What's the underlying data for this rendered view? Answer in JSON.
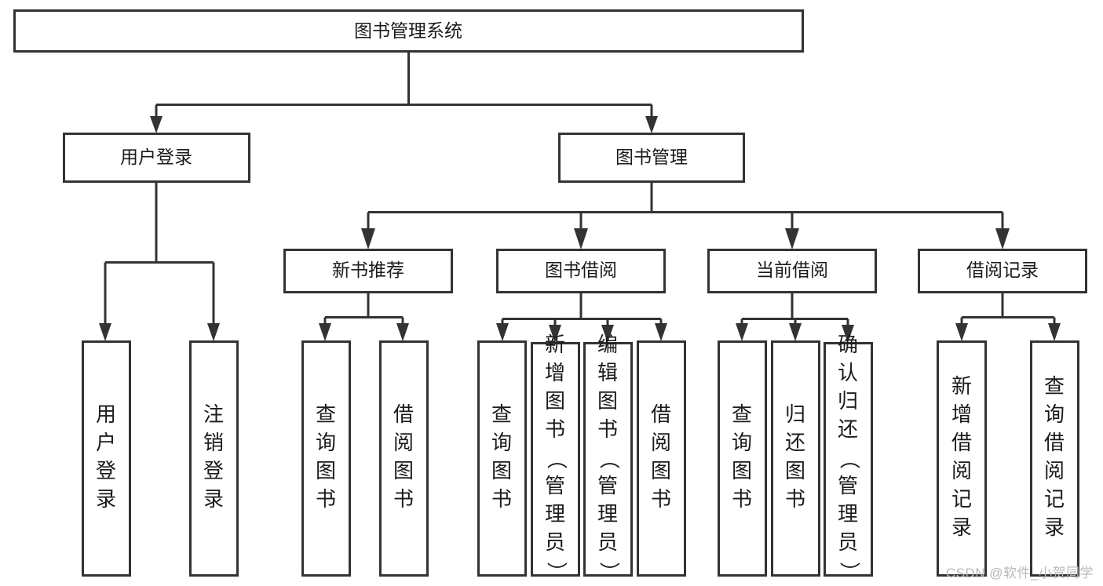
{
  "diagram": {
    "type": "tree-hierarchy",
    "title": "图书管理系统",
    "root": {
      "id": "root",
      "label": "图书管理系统",
      "orientation": "horizontal"
    },
    "level2": [
      {
        "id": "user-login",
        "label": "用户登录",
        "orientation": "horizontal"
      },
      {
        "id": "book-manage",
        "label": "图书管理",
        "orientation": "horizontal"
      }
    ],
    "level3": [
      {
        "id": "new-book-recommend",
        "label": "新书推荐",
        "orientation": "horizontal",
        "parent": "book-manage"
      },
      {
        "id": "book-borrow",
        "label": "图书借阅",
        "orientation": "horizontal",
        "parent": "book-manage"
      },
      {
        "id": "current-borrow",
        "label": "当前借阅",
        "orientation": "horizontal",
        "parent": "book-manage"
      },
      {
        "id": "borrow-record",
        "label": "借阅记录",
        "orientation": "horizontal",
        "parent": "book-manage"
      }
    ],
    "leaves": [
      {
        "id": "leaf-user-login",
        "label": "用户登录",
        "parent": "user-login",
        "orientation": "vertical"
      },
      {
        "id": "leaf-logout",
        "label": "注销登录",
        "parent": "user-login",
        "orientation": "vertical"
      },
      {
        "id": "leaf-query-book-1",
        "label": "查询图书",
        "parent": "new-book-recommend",
        "orientation": "vertical"
      },
      {
        "id": "leaf-borrow-book-1",
        "label": "借阅图书",
        "parent": "new-book-recommend",
        "orientation": "vertical"
      },
      {
        "id": "leaf-query-book-2",
        "label": "查询图书",
        "parent": "book-borrow",
        "orientation": "vertical"
      },
      {
        "id": "leaf-add-book",
        "label": "新增图书（管理员）",
        "parent": "book-borrow",
        "orientation": "vertical"
      },
      {
        "id": "leaf-edit-book",
        "label": "编辑图书（管理员）",
        "parent": "book-borrow",
        "orientation": "vertical"
      },
      {
        "id": "leaf-borrow-book-2",
        "label": "借阅图书",
        "parent": "book-borrow",
        "orientation": "vertical"
      },
      {
        "id": "leaf-query-book-3",
        "label": "查询图书",
        "parent": "current-borrow",
        "orientation": "vertical"
      },
      {
        "id": "leaf-return-book",
        "label": "归还图书",
        "parent": "current-borrow",
        "orientation": "vertical"
      },
      {
        "id": "leaf-confirm-return",
        "label": "确认归还（管理员）",
        "parent": "current-borrow",
        "orientation": "vertical"
      },
      {
        "id": "leaf-add-record",
        "label": "新增借阅记录",
        "parent": "borrow-record",
        "orientation": "vertical"
      },
      {
        "id": "leaf-query-record",
        "label": "查询借阅记录",
        "parent": "borrow-record",
        "orientation": "vertical"
      }
    ],
    "colors": {
      "stroke": "#333333",
      "fill": "#ffffff",
      "text": "#1b1b1b",
      "watermark": "#b9b9b9",
      "background": "#ffffff"
    }
  },
  "watermark": {
    "text": "CSDN @软件_小贺同学"
  }
}
